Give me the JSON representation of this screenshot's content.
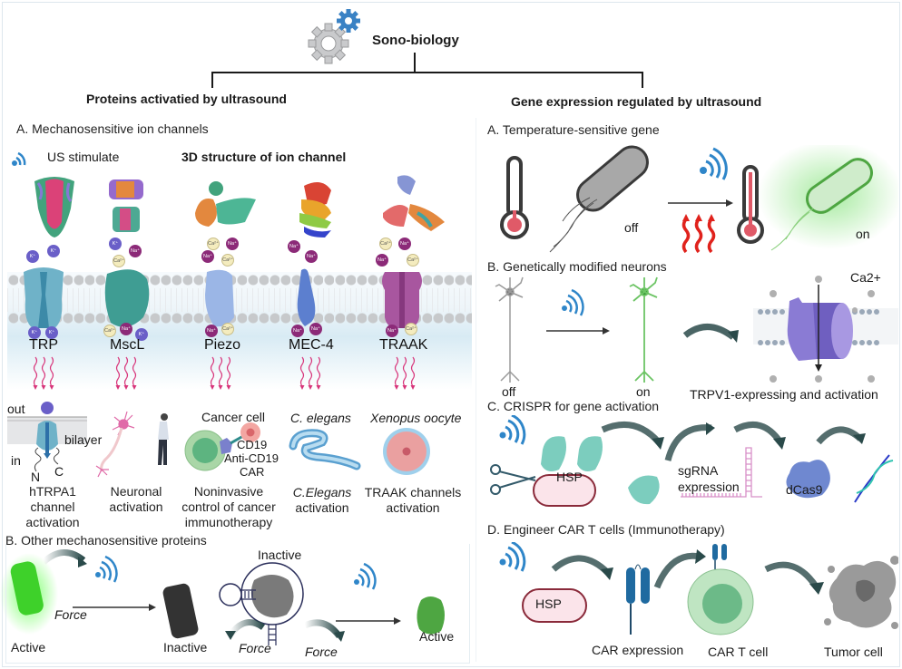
{
  "header": {
    "title": "Sono-biology",
    "icon": "gears-icon"
  },
  "left": {
    "title": "Proteins activatied by ultrasound",
    "sectionA": {
      "heading": "A. Mechanosensitive ion channels",
      "us_label": "US stimulate",
      "structure_label": "3D structure of ion channel",
      "channels": [
        {
          "name": "TRP",
          "color": "#6fb2c8",
          "ions_top": [
            "K+",
            "K+"
          ],
          "ions_bottom": [
            "K+",
            "K+"
          ]
        },
        {
          "name": "MscL",
          "color": "#3f9d93",
          "ions_top": [
            "K+",
            "Na+",
            "Ca2+"
          ],
          "ions_bottom": [
            "Ca2+",
            "Na+",
            "K+"
          ]
        },
        {
          "name": "Piezo",
          "color": "#9bb6e6",
          "ions_top": [
            "Ca2+",
            "Na+",
            "Na+",
            "Ca2+"
          ],
          "ions_bottom": [
            "Na+",
            "Ca2+"
          ]
        },
        {
          "name": "MEC-4",
          "color": "#5c7fcf",
          "ions_top": [
            "Na+",
            "Na+"
          ],
          "ions_bottom": [
            "Na+",
            "Na+"
          ]
        },
        {
          "name": "TRAAK",
          "color": "#a8569f",
          "ions_top": [
            "Ca2+",
            "Na+",
            "Na+",
            "Ca2+"
          ],
          "ions_bottom": [
            "Na+",
            "Ca2+"
          ]
        }
      ],
      "applications": {
        "hTRPA1": {
          "out": "out",
          "in": "in",
          "n": "N",
          "c": "C",
          "bilayer": "bilayer",
          "caption": [
            "hTRPA1",
            "channel",
            "activation"
          ]
        },
        "neuronal": {
          "caption": [
            "Neuronal",
            "activation"
          ]
        },
        "cancer": {
          "top": "Cancer cell",
          "cd19": "CD19",
          "anti": "Anti-CD19",
          "car": "CAR",
          "caption": [
            "Noninvasive",
            "control of cancer",
            "immunotherapy"
          ]
        },
        "celegans": {
          "top": "C. elegans",
          "caption_it": "C.Elegans",
          "caption": "activation"
        },
        "xenopus": {
          "top": "Xenopus oocyte",
          "caption": [
            "TRAAK channels",
            "activation"
          ]
        }
      }
    },
    "sectionB": {
      "heading": "B. Other mechanosensitive proteins",
      "labels": {
        "active_left": "Active",
        "force_top": "Force",
        "inactive_mid": "Inactive",
        "inactive_top": "Inactive",
        "force_left": "Force",
        "force_right": "Force",
        "active_right": "Active"
      }
    }
  },
  "right": {
    "title": "Gene expression regulated by ultrasound",
    "sectionA": {
      "heading": "A. Temperature-sensitive gene",
      "off": "off",
      "on": "on"
    },
    "sectionB": {
      "heading": "B. Genetically modified neurons",
      "off": "off",
      "on": "on",
      "ion": "Ca2+",
      "caption": "TRPV1-expressing and activation"
    },
    "sectionC": {
      "heading": "C. CRISPR for gene activation",
      "hsp": "HSP",
      "sgrna": [
        "sgRNA",
        "expression"
      ],
      "dcas9": "dCas9"
    },
    "sectionD": {
      "heading": "D. Engineer CAR T cells (Immunotherapy)",
      "hsp": "HSP",
      "car_expr": "CAR expression",
      "car_t": "CAR T cell",
      "tumor": "Tumor cell"
    }
  },
  "colors": {
    "ultrasound_blue": "#2f86c9",
    "gear_gray": "#c9cacc",
    "gear_blue": "#3a82c4",
    "arrow_dark": "#2a4a4a",
    "glow_green": "#39d12a",
    "heat_red": "#e0221c"
  }
}
